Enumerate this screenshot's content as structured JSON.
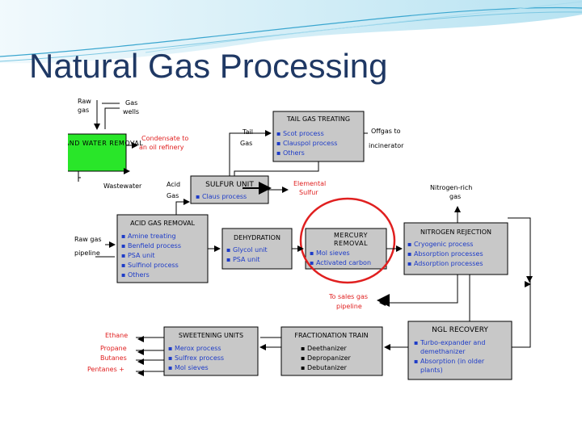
{
  "slide": {
    "title": "Natural Gas Processing"
  },
  "diagram": {
    "labels": {
      "raw_gas_top": "Raw gas",
      "gas_wells": "Gas wells",
      "condensate_to": "Condensate to an oil refinery",
      "tail_gas": "Tail Gas",
      "wastewater": "Wastewater",
      "acid_gas": "Acid Gas",
      "elemental_sulfur": "Elemental Sulfur",
      "offgas": "Offgas to incinerator",
      "nitrogen_rich": "Nitrogen-rich gas",
      "raw_gas_pipeline": "Raw gas pipeline",
      "to_sales": "To sales gas pipeline",
      "ethane": "Ethane",
      "propane": "Propane",
      "butanes": "Butanes",
      "pentanes": "Pentanes +"
    },
    "condensate_box": {
      "title": "CONDENSATE AND WATER REMOVAL"
    },
    "tail_gas_box": {
      "title": "TAIL GAS TREATING",
      "items": [
        "Scot process",
        "Clauspol process",
        "Others"
      ]
    },
    "sulfur_box": {
      "title": "SULFUR UNIT",
      "items": [
        "Claus process"
      ]
    },
    "acid_box": {
      "title": "ACID GAS REMOVAL",
      "items": [
        "Amine treating",
        "Benfield process",
        "PSA unit",
        "Sulfinol process",
        "Others"
      ]
    },
    "dehydration_box": {
      "title": "DEHYDRATION",
      "items": [
        "Glycol unit",
        "PSA unit"
      ]
    },
    "mercury_box": {
      "title": "MERCURY REMOVAL",
      "items": [
        "Mol sieves",
        "Activated carbon"
      ]
    },
    "nitrogen_box": {
      "title": "NITROGEN REJECTION",
      "items": [
        "Cryogenic process",
        "Absorption processes",
        "Adsorption processes"
      ]
    },
    "sweetening_box": {
      "title": "SWEETENING UNITS",
      "items": [
        "Merox process",
        "Sulfrex process",
        "Mol sieves"
      ]
    },
    "fractionation_box": {
      "title": "FRACTIONATION TRAIN",
      "items": [
        "Deethanizer",
        "Depropanizer",
        "Debutanizer"
      ]
    },
    "ngl_box": {
      "title": "NGL RECOVERY",
      "items": [
        "Turbo-expander and demethanizer",
        "Absorption (in older plants)"
      ]
    },
    "colors": {
      "box_fill": "#c8c8c8",
      "green_fill": "#29e629",
      "red_text": "#e02020",
      "blue_text": "#1e3cc8",
      "title_color": "#1f3864",
      "highlight_circle": "#e02020"
    }
  }
}
